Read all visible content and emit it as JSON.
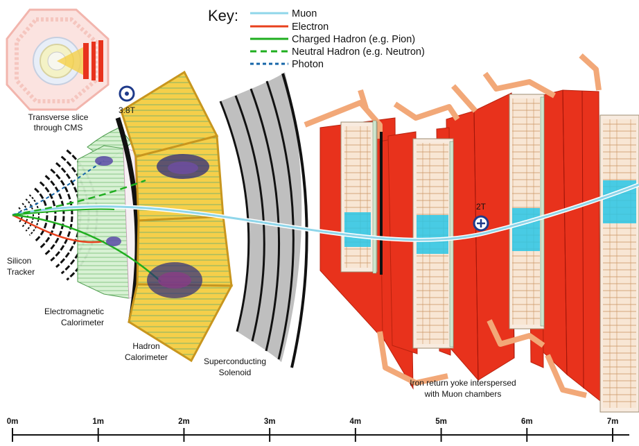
{
  "key": {
    "title": "Key:",
    "items": [
      {
        "label": "Muon",
        "color": "#8fd6ea",
        "style": "solid"
      },
      {
        "label": "Electron",
        "color": "#e8401c",
        "style": "solid"
      },
      {
        "label": "Charged Hadron (e.g. Pion)",
        "color": "#1fae1f",
        "style": "solid"
      },
      {
        "label": "Neutral Hadron (e.g. Neutron)",
        "color": "#1fae1f",
        "style": "dashed"
      },
      {
        "label": "Photon",
        "color": "#1565a8",
        "style": "dashed"
      }
    ]
  },
  "labels": {
    "transverse_line1": "Transverse slice",
    "transverse_line2": "through CMS",
    "field_inner": "3.8T",
    "field_outer": "2T",
    "tracker_line1": "Silicon",
    "tracker_line2": "Tracker",
    "ecal_line1": "Electromagnetic",
    "ecal_line2": "Calorimeter",
    "hcal_line1": "Hadron",
    "hcal_line2": "Calorimeter",
    "solenoid_line1": "Superconducting",
    "solenoid_line2": "Solenoid",
    "yoke_line1": "Iron return yoke interspersed",
    "yoke_line2": "with Muon chambers"
  },
  "scale": {
    "ticks": [
      "0m",
      "1m",
      "2m",
      "3m",
      "4m",
      "5m",
      "6m",
      "7m"
    ]
  },
  "colors": {
    "iron": "#e8321c",
    "hcal": "#f5cf4a",
    "ecal": "#c8ecc8",
    "solenoid": "#bfbfbf",
    "chamber": "#f6dcc4",
    "chamber_cyan": "#29c6e6",
    "outline_orange": "#f2a878"
  }
}
